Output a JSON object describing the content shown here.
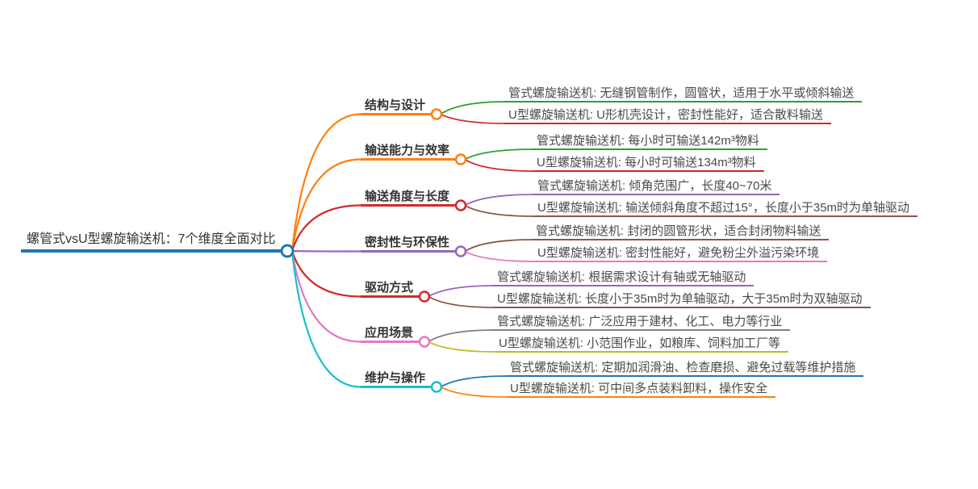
{
  "title": "螺管式vsU型螺旋输送机：7个维度全面对比",
  "root": {
    "label": "螺管式vsU型螺旋输送机：7个维度全面对比",
    "color": "#1f77b4"
  },
  "branches": [
    {
      "label": "结构与设计",
      "color": "#ff7f0e",
      "children": [
        {
          "label": "管式螺旋输送机: 无缝钢管制作，圆管状，适用于水平或倾斜输送",
          "color": "#2ca02c"
        },
        {
          "label": "U型螺旋输送机: U形机壳设计，密封性能好，适合散料输送",
          "color": "#d62728"
        }
      ]
    },
    {
      "label": "输送能力与效率",
      "color": "#ff7f0e",
      "children": [
        {
          "label": "管式螺旋输送机: 每小时可输送142m³物料",
          "color": "#2ca02c"
        },
        {
          "label": "U型螺旋输送机: 每小时可输送134m³物料",
          "color": "#d62728"
        }
      ]
    },
    {
      "label": "输送角度与长度",
      "color": "#d62728",
      "children": [
        {
          "label": "管式螺旋输送机: 倾角范围广，长度40~70米",
          "color": "#9467bd"
        },
        {
          "label": "U型螺旋输送机: 输送倾斜角度不超过15°，长度小于35m时为单轴驱动",
          "color": "#8c564b"
        }
      ]
    },
    {
      "label": "密封性与环保性",
      "color": "#9467bd",
      "children": [
        {
          "label": "管式螺旋输送机: 封闭的圆管形状，适合封闭物料输送",
          "color": "#8c564b"
        },
        {
          "label": "U型螺旋输送机: 密封性能好，避免粉尘外溢污染环境",
          "color": "#e377c2"
        }
      ]
    },
    {
      "label": "驱动方式",
      "color": "#d62728",
      "children": [
        {
          "label": "管式螺旋输送机: 根据需求设计有轴或无轴驱动",
          "color": "#9467bd"
        },
        {
          "label": "U型螺旋输送机: 长度小于35m时为单轴驱动，大于35m时为双轴驱动",
          "color": "#8c564b"
        }
      ]
    },
    {
      "label": "应用场景",
      "color": "#e377c2",
      "children": [
        {
          "label": "管式螺旋输送机: 广泛应用于建材、化工、电力等行业",
          "color": "#7f7f7f"
        },
        {
          "label": "U型螺旋输送机: 小范围作业，如粮库、饲料加工厂等",
          "color": "#bcbd22"
        }
      ]
    },
    {
      "label": "维护与操作",
      "color": "#17becf",
      "children": [
        {
          "label": "管式螺旋输送机: 定期加润滑油、检查磨损、避免过载等维护措施",
          "color": "#1f77b4"
        },
        {
          "label": "U型螺旋输送机: 可中间多点装料卸料，操作安全",
          "color": "#ff7f0e"
        }
      ]
    }
  ]
}
